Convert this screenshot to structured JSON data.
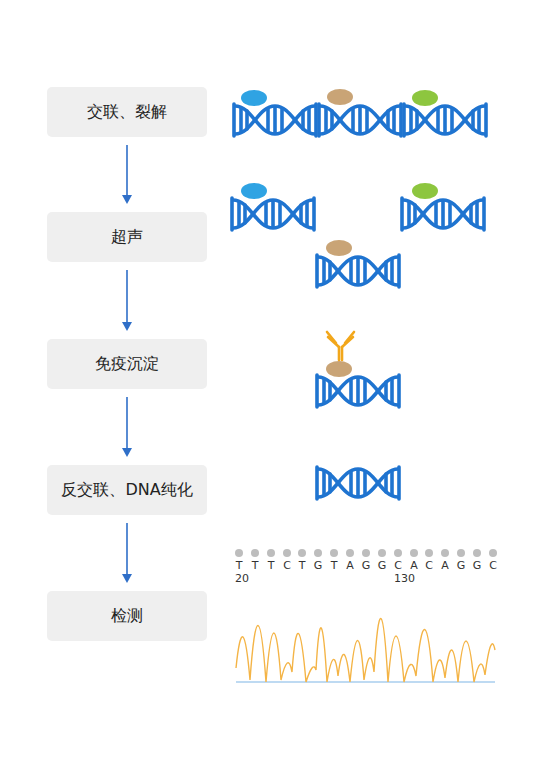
{
  "diagram": {
    "nodes": [
      {
        "text": [
          "交联、裂解"
        ]
      },
      {
        "text": [
          "超声"
        ]
      },
      {
        "text": [
          "免疫沉淀"
        ]
      },
      {
        "text": [
          "反交联、DNA纯化"
        ]
      },
      {
        "text": [
          "检测"
        ]
      }
    ],
    "edges": [
      {
        "from": 0,
        "to": 1,
        "arrow": "to"
      },
      {
        "from": 1,
        "to": 2,
        "arrow": "to"
      },
      {
        "from": 2,
        "to": 3,
        "arrow": "to"
      },
      {
        "from": 3,
        "to": 4,
        "arrow": "to"
      }
    ],
    "labels": [
      "T",
      "T",
      "T",
      "C",
      "T",
      "G",
      "T",
      "A",
      "G",
      "G",
      "C",
      "A",
      "C",
      "A",
      "G",
      "G",
      "C",
      "20",
      "130"
    ]
  }
}
